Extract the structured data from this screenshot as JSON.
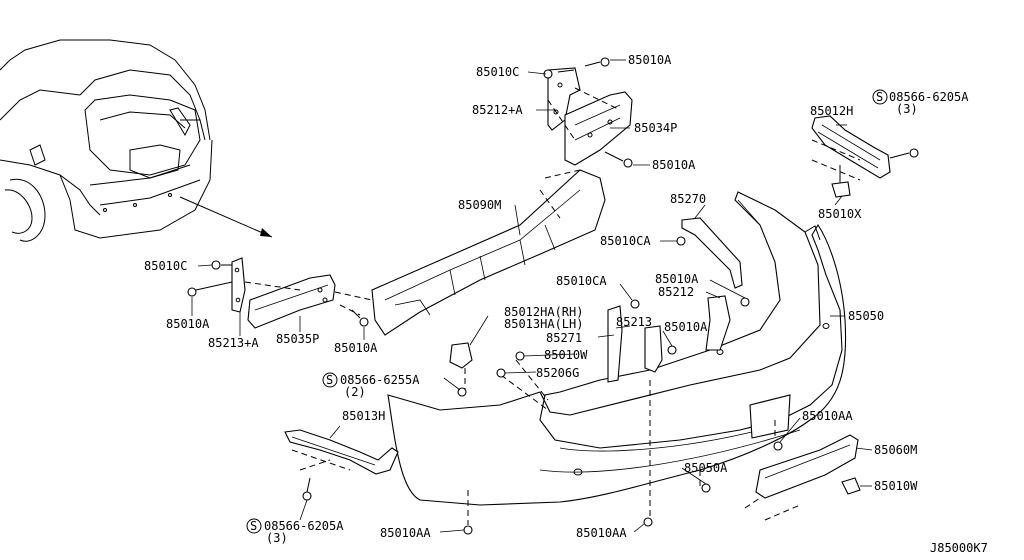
{
  "diagram": {
    "drawing_code": "J85000K7",
    "labels": {
      "p85010c_top": "85010C",
      "p85010a_top": "85010A",
      "p85212a": "85212+A",
      "p85034p": "85034P",
      "p85010a_mid": "85010A",
      "p85012h": "85012H",
      "p08566_top": "08566-6205A",
      "p08566_top_qty": "(3)",
      "p85010x": "85010X",
      "p85090m": "85090M",
      "p85270": "85270",
      "p85010ca_1": "85010CA",
      "p85010ca_2": "85010CA",
      "p85010a_right": "85010A",
      "p85212": "85212",
      "p85010c_left": "85010C",
      "p85010a_left": "85010A",
      "p85213a": "85213+A",
      "p85035p": "85035P",
      "p85010a_lower": "85010A",
      "p85012ha": "85012HA(RH)",
      "p85013ha": "85013HA(LH)",
      "p85213": "85213",
      "p85010a_r2": "85010A",
      "p85050": "85050",
      "p85271": "85271",
      "p85010w_mid": "85010W",
      "p08566_mid": "08566-6255A",
      "p08566_mid_qty": "(2)",
      "p85206g": "85206G",
      "p85013h": "85013H",
      "p85010aa_right": "85010AA",
      "p85060m": "85060M",
      "p85050a": "85050A",
      "p85010w_right": "85010W",
      "p08566_bot": "08566-6205A",
      "p08566_bot_qty": "(3)",
      "p85010aa_bot1": "85010AA",
      "p85010aa_bot2": "85010AA"
    }
  }
}
